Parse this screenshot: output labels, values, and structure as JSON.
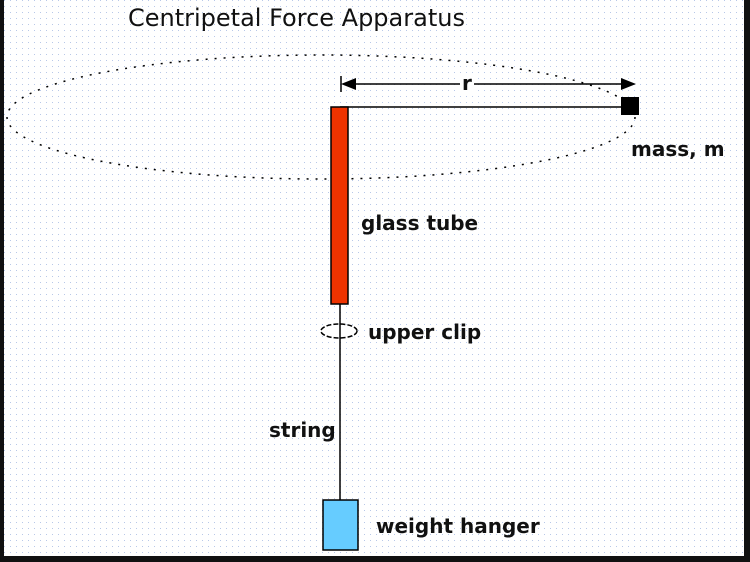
{
  "diagram": {
    "title": "Centripetal Force Apparatus",
    "labels": {
      "radius": "r",
      "mass": "mass, m",
      "tube": "glass tube",
      "clip": "upper clip",
      "string": "string",
      "hanger": "weight hanger"
    },
    "colors": {
      "tube": "#ee3300",
      "hanger": "#66ccff",
      "mass": "#000000",
      "line": "#000000"
    }
  }
}
